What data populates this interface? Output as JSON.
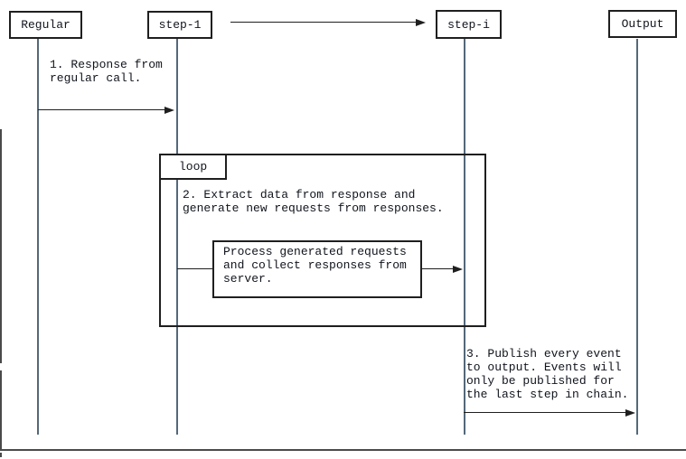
{
  "colors": {
    "background": "#ffffff",
    "line": "#1f1f1f",
    "lifeline": "#54687a",
    "text": "#10141c",
    "page_border": "#4a4a4a"
  },
  "actors": {
    "regular": "Regular",
    "step1": "step-1",
    "stepi": "step-i",
    "output": "Output"
  },
  "messages": {
    "msg1": "1. Response from\nregular call.",
    "loop_label": "loop",
    "loop_body": "2. Extract data from response and\ngenerate new requests from responses.",
    "process": "Process generated requests\nand collect responses from\nserver.",
    "msg3": "3. Publish every event\nto output. Events will\nonly be published for\nthe last step in chain."
  }
}
